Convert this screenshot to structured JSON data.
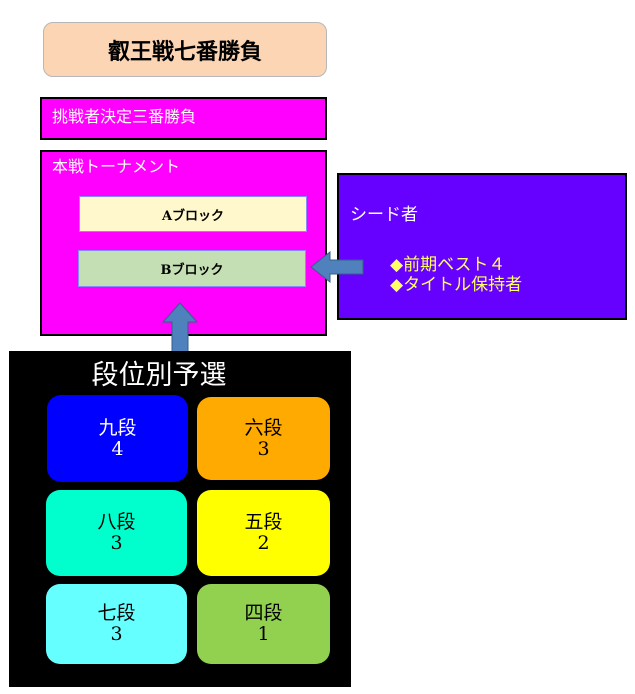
{
  "title": "叡王戦七番勝負",
  "challenger_decider": "挑戦者決定三番勝負",
  "main_tournament": {
    "label": "本戦トーナメント",
    "blocks": [
      "Aブロック",
      "Bブロック"
    ]
  },
  "seeds": {
    "title": "シード者",
    "items": [
      "◆前期ベスト４",
      "◆タイトル保持者"
    ]
  },
  "prelims": {
    "title": "段位別予選",
    "groups": [
      {
        "rank": "九段",
        "count": "4",
        "color": "#0000ff"
      },
      {
        "rank": "六段",
        "count": "3",
        "color": "#ffaa00"
      },
      {
        "rank": "八段",
        "count": "3",
        "color": "#00ffcc"
      },
      {
        "rank": "五段",
        "count": "2",
        "color": "#ffff00"
      },
      {
        "rank": "七段",
        "count": "3",
        "color": "#66ffff"
      },
      {
        "rank": "四段",
        "count": "1",
        "color": "#92d050"
      }
    ]
  },
  "colors": {
    "title_bg": "#fcd5b4",
    "magenta": "#ff00ff",
    "seed_bg": "#6600ff",
    "arrow": "#4f81bd"
  }
}
